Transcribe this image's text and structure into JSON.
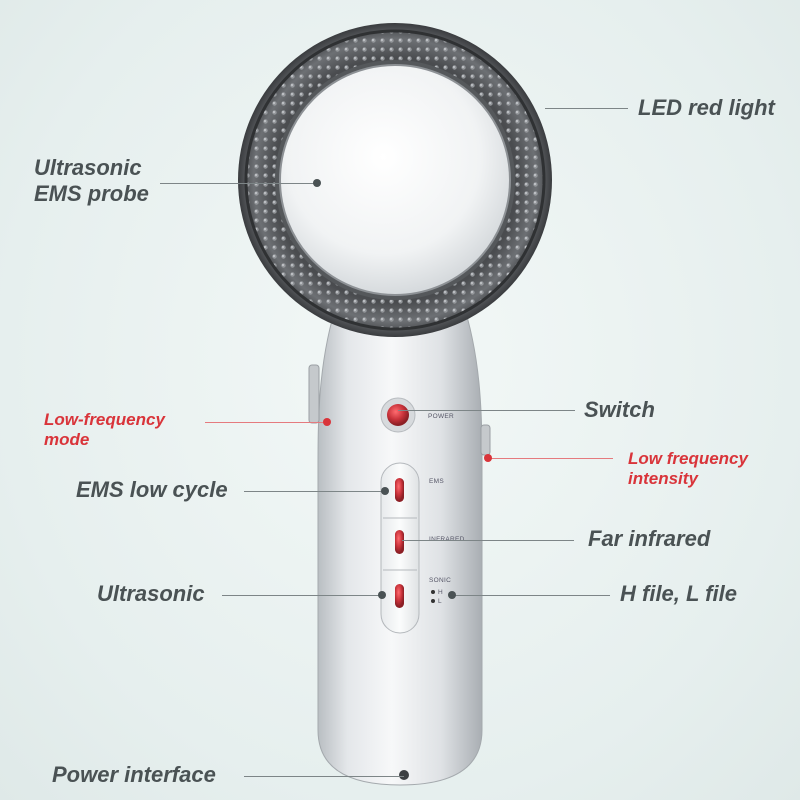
{
  "labels": {
    "led": "LED red light",
    "probe_line1": "Ultrasonic",
    "probe_line2": "EMS probe",
    "low_freq_mode_line1": "Low-frequency",
    "low_freq_mode_line2": "mode",
    "switch": "Switch",
    "low_freq_intensity_line1": "Low frequency",
    "low_freq_intensity_line2": "intensity",
    "ems_low_cycle": "EMS low cycle",
    "far_infrared": "Far infrared",
    "ultrasonic": "Ultrasonic",
    "h_l_file": "H file, L file",
    "power_interface": "Power interface"
  },
  "device_text": {
    "power": "POWER",
    "ems": "EMS",
    "infrared": "INFRARED",
    "sonic": "SONIC",
    "h": "H",
    "l": "L"
  },
  "colors": {
    "dark_label": "#4a5254",
    "red_label": "#d9343a",
    "button_red": "#c8323a",
    "background": "#e6efee"
  }
}
